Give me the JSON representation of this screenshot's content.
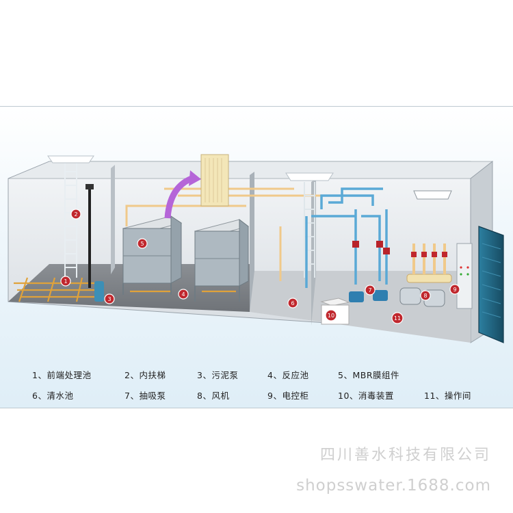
{
  "legend": {
    "row1": [
      "1、前端处理池",
      "2、内扶梯",
      "3、污泥泵",
      "4、反应池",
      "5、MBR膜组件"
    ],
    "row2": [
      "6、清水池",
      "7、抽吸泵",
      "8、风机",
      "9、电控柜",
      "10、消毒装置",
      "11、操作间"
    ]
  },
  "markers": [
    "1",
    "2",
    "3",
    "4",
    "5",
    "6",
    "7",
    "8",
    "9",
    "10",
    "11"
  ],
  "watermark": {
    "company": "四川善水科技有限公司",
    "url": "shopsswater.1688.com"
  },
  "colors": {
    "marker": "#c0272d",
    "pipe_water": "#5aa9d6",
    "pipe_gas": "#f0c98a",
    "floor_pipe": "#e0a23a",
    "door": "#1f5f7a",
    "arrow": "#b565d8"
  }
}
